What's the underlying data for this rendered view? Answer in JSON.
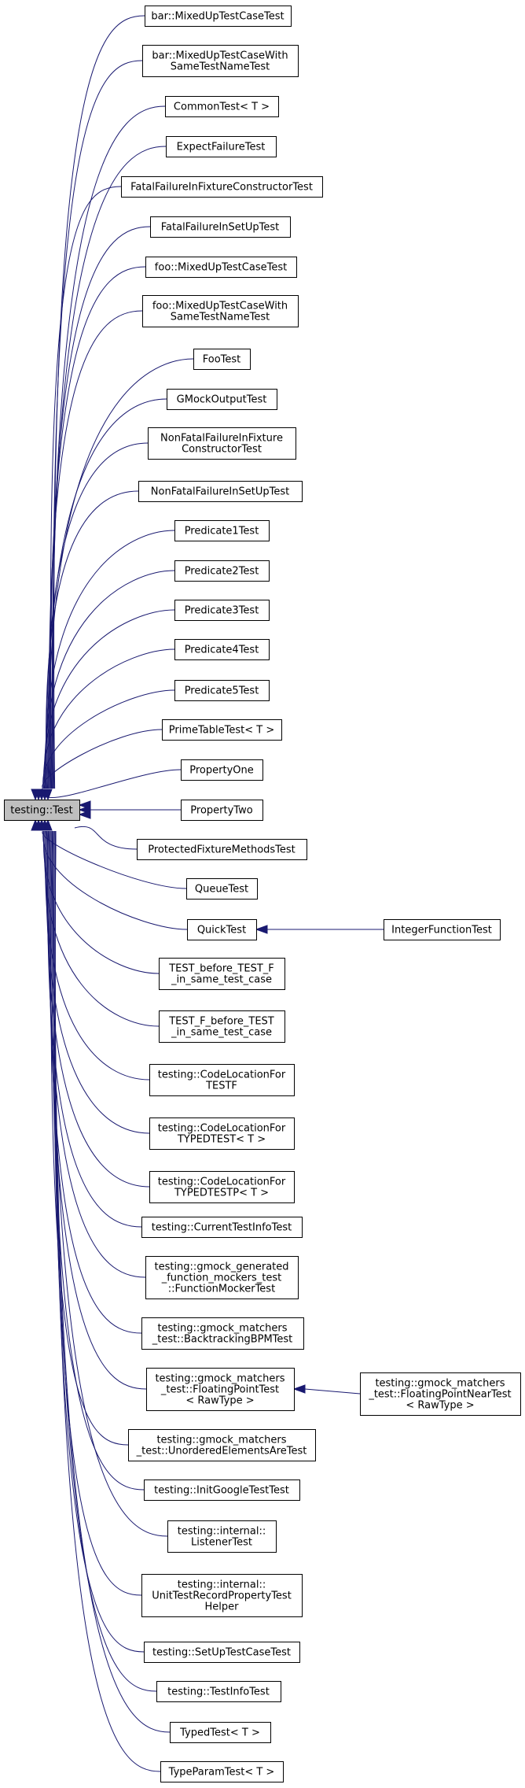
{
  "root": {
    "label": "testing::Test"
  },
  "children": [
    {
      "lines": [
        "bar::MixedUpTestCaseTest"
      ]
    },
    {
      "lines": [
        "bar::MixedUpTestCaseWith",
        "SameTestNameTest"
      ]
    },
    {
      "lines": [
        "CommonTest< T >"
      ]
    },
    {
      "lines": [
        "ExpectFailureTest"
      ]
    },
    {
      "lines": [
        "FatalFailureInFixtureConstructorTest"
      ]
    },
    {
      "lines": [
        "FatalFailureInSetUpTest"
      ]
    },
    {
      "lines": [
        "foo::MixedUpTestCaseTest"
      ]
    },
    {
      "lines": [
        "foo::MixedUpTestCaseWith",
        "SameTestNameTest"
      ]
    },
    {
      "lines": [
        "FooTest"
      ]
    },
    {
      "lines": [
        "GMockOutputTest"
      ]
    },
    {
      "lines": [
        "NonFatalFailureInFixture",
        "ConstructorTest"
      ]
    },
    {
      "lines": [
        "NonFatalFailureInSetUpTest"
      ]
    },
    {
      "lines": [
        "Predicate1Test"
      ]
    },
    {
      "lines": [
        "Predicate2Test"
      ]
    },
    {
      "lines": [
        "Predicate3Test"
      ]
    },
    {
      "lines": [
        "Predicate4Test"
      ]
    },
    {
      "lines": [
        "Predicate5Test"
      ]
    },
    {
      "lines": [
        "PrimeTableTest< T >"
      ]
    },
    {
      "lines": [
        "PropertyOne"
      ]
    },
    {
      "lines": [
        "PropertyTwo"
      ]
    },
    {
      "lines": [
        "ProtectedFixtureMethodsTest"
      ]
    },
    {
      "lines": [
        "QueueTest"
      ]
    },
    {
      "lines": [
        "QuickTest"
      ],
      "child": {
        "lines": [
          "IntegerFunctionTest"
        ]
      }
    },
    {
      "lines": [
        "TEST_before_TEST_F",
        "_in_same_test_case"
      ]
    },
    {
      "lines": [
        "TEST_F_before_TEST",
        "_in_same_test_case"
      ]
    },
    {
      "lines": [
        "testing::CodeLocationFor",
        "TESTF"
      ]
    },
    {
      "lines": [
        "testing::CodeLocationFor",
        "TYPEDTEST< T >"
      ]
    },
    {
      "lines": [
        "testing::CodeLocationFor",
        "TYPEDTESTP< T >"
      ]
    },
    {
      "lines": [
        "testing::CurrentTestInfoTest"
      ]
    },
    {
      "lines": [
        "testing::gmock_generated",
        "_function_mockers_test",
        "::FunctionMockerTest"
      ]
    },
    {
      "lines": [
        "testing::gmock_matchers",
        "_test::BacktrackingBPMTest"
      ]
    },
    {
      "lines": [
        "testing::gmock_matchers",
        "_test::FloatingPointTest",
        "< RawType >"
      ],
      "child": {
        "lines": [
          "testing::gmock_matchers",
          "_test::FloatingPointNearTest",
          "< RawType >"
        ]
      }
    },
    {
      "lines": [
        "testing::gmock_matchers",
        "_test::UnorderedElementsAreTest"
      ]
    },
    {
      "lines": [
        "testing::InitGoogleTestTest"
      ]
    },
    {
      "lines": [
        "testing::internal::",
        "ListenerTest"
      ]
    },
    {
      "lines": [
        "testing::internal::",
        "UnitTestRecordPropertyTest",
        "Helper"
      ]
    },
    {
      "lines": [
        "testing::SetUpTestCaseTest"
      ]
    },
    {
      "lines": [
        "testing::TestInfoTest"
      ]
    },
    {
      "lines": [
        "TypedTest< T >"
      ]
    },
    {
      "lines": [
        "TypeParamTest< T >"
      ]
    }
  ],
  "colors": {
    "edge": "#191970",
    "root_fill": "#bfbfbf",
    "box_stroke": "#000000"
  }
}
